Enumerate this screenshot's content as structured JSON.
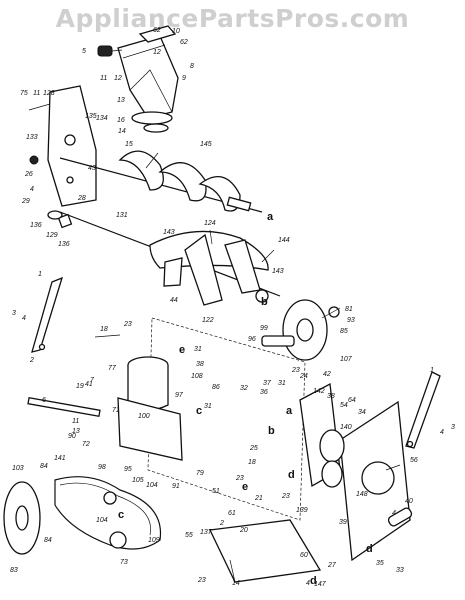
{
  "watermark": "AppliancePartsPros.com",
  "callouts": [
    {
      "id": "c10",
      "text": "10"
    },
    {
      "id": "c62a",
      "text": "62"
    },
    {
      "id": "c62b",
      "text": "62"
    },
    {
      "id": "c5",
      "text": "5"
    },
    {
      "id": "c12a",
      "text": "12"
    },
    {
      "id": "c8",
      "text": "8"
    },
    {
      "id": "c11a",
      "text": "11"
    },
    {
      "id": "c12b",
      "text": "12"
    },
    {
      "id": "c9",
      "text": "9"
    },
    {
      "id": "c75",
      "text": "75"
    },
    {
      "id": "c11b",
      "text": "11"
    },
    {
      "id": "c128",
      "text": "128"
    },
    {
      "id": "c13",
      "text": "13"
    },
    {
      "id": "c16",
      "text": "16"
    },
    {
      "id": "c14",
      "text": "14"
    },
    {
      "id": "c15",
      "text": "15"
    },
    {
      "id": "c135",
      "text": "135"
    },
    {
      "id": "c134",
      "text": "134"
    },
    {
      "id": "c133",
      "text": "133"
    },
    {
      "id": "c145",
      "text": "145"
    },
    {
      "id": "c43",
      "text": "43"
    },
    {
      "id": "c26a",
      "text": "26"
    },
    {
      "id": "c4a",
      "text": "4"
    },
    {
      "id": "c29",
      "text": "29"
    },
    {
      "id": "c28",
      "text": "28"
    },
    {
      "id": "c131",
      "text": "131"
    },
    {
      "id": "c136a",
      "text": "136"
    },
    {
      "id": "c129",
      "text": "129"
    },
    {
      "id": "c136b",
      "text": "136"
    },
    {
      "id": "c124",
      "text": "124"
    },
    {
      "id": "c144",
      "text": "144"
    },
    {
      "id": "c143a",
      "text": "143"
    },
    {
      "id": "c143b",
      "text": "143"
    },
    {
      "id": "c1a",
      "text": "1"
    },
    {
      "id": "c3a",
      "text": "3"
    },
    {
      "id": "c4b",
      "text": "4"
    },
    {
      "id": "c2a",
      "text": "2"
    },
    {
      "id": "c44",
      "text": "44"
    },
    {
      "id": "c122",
      "text": "122"
    },
    {
      "id": "c18",
      "text": "18"
    },
    {
      "id": "c23a",
      "text": "23"
    },
    {
      "id": "c81",
      "text": "81"
    },
    {
      "id": "c93",
      "text": "93"
    },
    {
      "id": "c85",
      "text": "85"
    },
    {
      "id": "c99",
      "text": "99"
    },
    {
      "id": "c96",
      "text": "96"
    },
    {
      "id": "c107",
      "text": "107"
    },
    {
      "id": "c31a",
      "text": "31"
    },
    {
      "id": "c38",
      "text": "38"
    },
    {
      "id": "c108",
      "text": "108"
    },
    {
      "id": "c77",
      "text": "77"
    },
    {
      "id": "c7",
      "text": "7"
    },
    {
      "id": "c19",
      "text": "19"
    },
    {
      "id": "c41",
      "text": "41"
    },
    {
      "id": "c6",
      "text": "6"
    },
    {
      "id": "c11c",
      "text": "11"
    },
    {
      "id": "c13b",
      "text": "13"
    },
    {
      "id": "c71",
      "text": "71"
    },
    {
      "id": "c100",
      "text": "100"
    },
    {
      "id": "c97",
      "text": "97"
    },
    {
      "id": "c86",
      "text": "86"
    },
    {
      "id": "c31b",
      "text": "31"
    },
    {
      "id": "c32",
      "text": "32"
    },
    {
      "id": "c37",
      "text": "37"
    },
    {
      "id": "c36",
      "text": "36"
    },
    {
      "id": "c31c",
      "text": "31"
    },
    {
      "id": "c23b",
      "text": "23"
    },
    {
      "id": "c24",
      "text": "24"
    },
    {
      "id": "c42",
      "text": "42"
    },
    {
      "id": "c142",
      "text": "142"
    },
    {
      "id": "c38b",
      "text": "38"
    },
    {
      "id": "c54",
      "text": "54"
    },
    {
      "id": "c64",
      "text": "64"
    },
    {
      "id": "c34",
      "text": "34"
    },
    {
      "id": "c1b",
      "text": "1"
    },
    {
      "id": "c4c",
      "text": "4"
    },
    {
      "id": "c3b",
      "text": "3"
    },
    {
      "id": "c140",
      "text": "140"
    },
    {
      "id": "c90",
      "text": "90"
    },
    {
      "id": "c72",
      "text": "72"
    },
    {
      "id": "c141",
      "text": "141"
    },
    {
      "id": "c98",
      "text": "98"
    },
    {
      "id": "c84a",
      "text": "84"
    },
    {
      "id": "c95",
      "text": "95"
    },
    {
      "id": "c105",
      "text": "105"
    },
    {
      "id": "c104a",
      "text": "104"
    },
    {
      "id": "c103",
      "text": "103"
    },
    {
      "id": "c84b",
      "text": "84"
    },
    {
      "id": "c83",
      "text": "83"
    },
    {
      "id": "c104b",
      "text": "104"
    },
    {
      "id": "c109",
      "text": "109"
    },
    {
      "id": "c137",
      "text": "137"
    },
    {
      "id": "c73",
      "text": "73"
    },
    {
      "id": "c91",
      "text": "91"
    },
    {
      "id": "c79",
      "text": "79"
    },
    {
      "id": "c51",
      "text": "51"
    },
    {
      "id": "c23c",
      "text": "23"
    },
    {
      "id": "c61",
      "text": "61"
    },
    {
      "id": "c2b",
      "text": "2"
    },
    {
      "id": "c21",
      "text": "21"
    },
    {
      "id": "c18b",
      "text": "18"
    },
    {
      "id": "c25",
      "text": "25"
    },
    {
      "id": "c23d",
      "text": "23"
    },
    {
      "id": "c139",
      "text": "139"
    },
    {
      "id": "c56",
      "text": "56"
    },
    {
      "id": "c148",
      "text": "148"
    },
    {
      "id": "c39",
      "text": "39"
    },
    {
      "id": "c40",
      "text": "40"
    },
    {
      "id": "c4d",
      "text": "4"
    },
    {
      "id": "c35",
      "text": "35"
    },
    {
      "id": "c33",
      "text": "33"
    },
    {
      "id": "c55",
      "text": "55"
    },
    {
      "id": "c20",
      "text": "20"
    },
    {
      "id": "c60",
      "text": "60"
    },
    {
      "id": "c27",
      "text": "27"
    },
    {
      "id": "c23e",
      "text": "23"
    },
    {
      "id": "c14b",
      "text": "14"
    },
    {
      "id": "c4e",
      "text": "4"
    },
    {
      "id": "c147",
      "text": "147"
    }
  ],
  "reference_letters": [
    {
      "id": "la",
      "text": "a"
    },
    {
      "id": "lb",
      "text": "b"
    },
    {
      "id": "le",
      "text": "e"
    },
    {
      "id": "lc",
      "text": "c"
    },
    {
      "id": "la2",
      "text": "a"
    },
    {
      "id": "lb2",
      "text": "b"
    },
    {
      "id": "lc2",
      "text": "c"
    },
    {
      "id": "ld",
      "text": "d"
    },
    {
      "id": "le2",
      "text": "e"
    },
    {
      "id": "ld2",
      "text": "d"
    },
    {
      "id": "ld3",
      "text": "d"
    }
  ]
}
